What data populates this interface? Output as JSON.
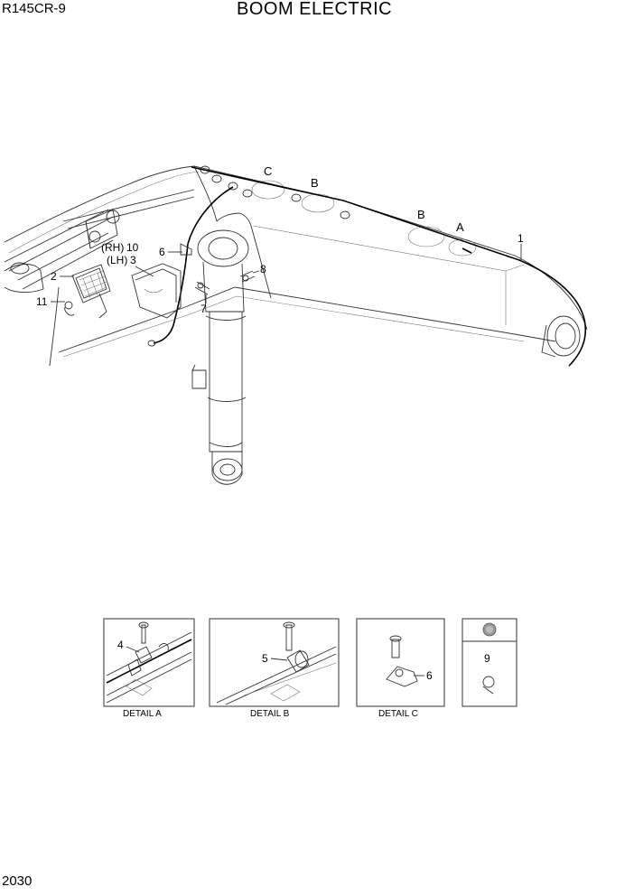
{
  "header": {
    "model": "R145CR-9",
    "title": "BOOM ELECTRIC"
  },
  "footer": {
    "page_number": "2030"
  },
  "callouts": {
    "c1": "1",
    "c2": "2",
    "c3": "3",
    "c6": "6",
    "c7": "7",
    "c8": "8",
    "c10": "10",
    "c11": "11",
    "rh": "(RH)",
    "lh": "(LH)",
    "detail_a": "A",
    "detail_b": "B",
    "detail_b2": "B",
    "detail_c": "C"
  },
  "details": {
    "a": {
      "caption": "DETAIL  A",
      "part": "4"
    },
    "b": {
      "caption": "DETAIL  B",
      "part": "5"
    },
    "c": {
      "caption": "DETAIL  C",
      "part": "6"
    },
    "d": {
      "part": "9"
    }
  }
}
